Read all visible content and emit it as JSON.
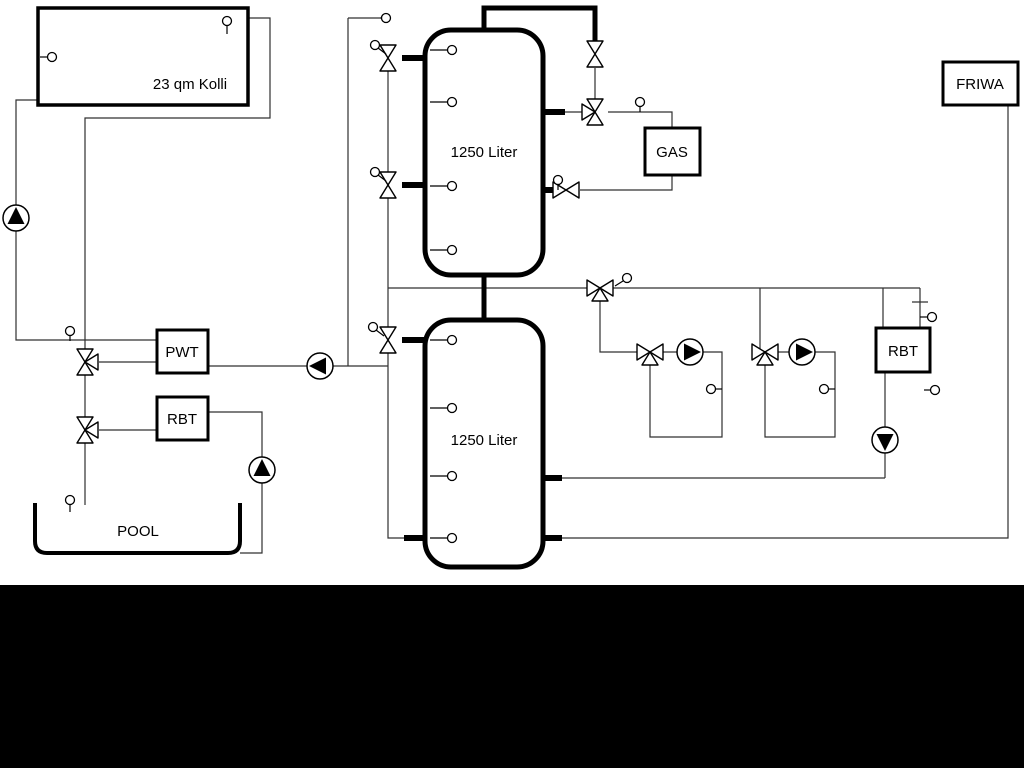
{
  "diagram": {
    "collector": {
      "label": "23 qm Kolli"
    },
    "tanks": {
      "upper": {
        "label": "1250 Liter"
      },
      "lower": {
        "label": "1250 Liter"
      }
    },
    "heat_exchangers": {
      "pwt": {
        "label": "PWT"
      },
      "rbt_left": {
        "label": "RBT"
      },
      "rbt_right": {
        "label": "RBT"
      }
    },
    "boiler": {
      "label": "GAS"
    },
    "fresh_water_station": {
      "label": "FRIWA"
    },
    "pool": {
      "label": "POOL"
    }
  },
  "icons": {
    "pump": "circle-with-filled-triangle",
    "valve": "bowtie-twin-triangles",
    "three_way_valve": "bowtie-with-branch-triangle",
    "sensor": "small-circle-on-stem"
  },
  "colors": {
    "line": "#000000",
    "pipe": "#303030",
    "background": "#ffffff",
    "letterbox_band": "#000000"
  }
}
